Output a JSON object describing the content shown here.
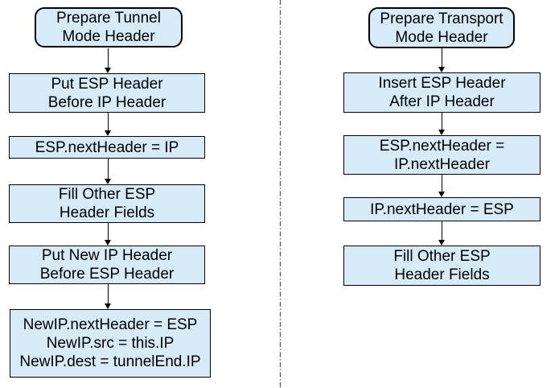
{
  "diagram": {
    "type": "flowchart",
    "colors": {
      "node_fill": "#d6ebf7",
      "node_border": "#000000",
      "arrow": "#000000",
      "divider": "#595959",
      "background": "#ffffff"
    },
    "tunnel_flow": {
      "nodes": [
        {
          "shape": "rounded",
          "label": "Prepare Tunnel\nMode Header"
        },
        {
          "shape": "rect",
          "label": "Put ESP Header\nBefore IP Header"
        },
        {
          "shape": "rect",
          "label": "ESP.nextHeader = IP"
        },
        {
          "shape": "rect",
          "label": "Fill Other ESP\nHeader Fields"
        },
        {
          "shape": "rect",
          "label": "Put New IP Header\nBefore ESP Header"
        },
        {
          "shape": "rect",
          "label": "NewIP.nextHeader = ESP\nNewIP.src = this.IP\nNewIP.dest = tunnelEnd.IP"
        }
      ]
    },
    "transport_flow": {
      "nodes": [
        {
          "shape": "rounded",
          "label": "Prepare Transport\nMode Header"
        },
        {
          "shape": "rect",
          "label": "Insert ESP Header\nAfter IP Header"
        },
        {
          "shape": "rect",
          "label": "ESP.nextHeader =\nIP.nextHeader"
        },
        {
          "shape": "rect",
          "label": "IP.nextHeader = ESP"
        },
        {
          "shape": "rect",
          "label": "Fill Other ESP\nHeader Fields"
        }
      ]
    }
  }
}
